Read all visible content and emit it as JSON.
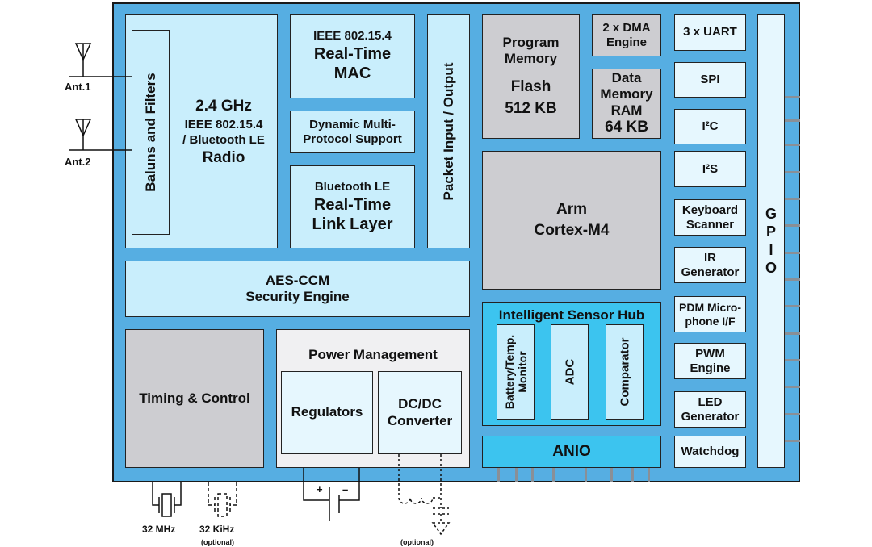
{
  "radio_block": {
    "freq": "2.4 GHz",
    "line2": "IEEE 802.15.4",
    "line3": "/ Bluetooth LE",
    "line4": "Radio"
  },
  "baluns_label": "Baluns and Filters",
  "mac_block": {
    "line1": "IEEE 802.15.4",
    "line2": "Real-Time",
    "line3": "MAC"
  },
  "dynamic_block": {
    "line1": "Dynamic Multi-",
    "line2": "Protocol Support"
  },
  "ble_block": {
    "line1": "Bluetooth LE",
    "line2": "Real-Time",
    "line3": "Link Layer"
  },
  "packet_io_label": "Packet Input / Output",
  "aes_block": {
    "line1": "AES-CCM",
    "line2": "Security Engine"
  },
  "program_memory": {
    "line1": "Program",
    "line2": "Memory",
    "line3": "Flash",
    "line4": "512 KB"
  },
  "dma_block": {
    "line1": "2 x DMA",
    "line2": "Engine"
  },
  "data_memory": {
    "line1": "Data",
    "line2": "Memory",
    "line3": "RAM",
    "line4": "64 KB"
  },
  "cpu_block": {
    "line1": "Arm",
    "line2": "Cortex-M4"
  },
  "peripherals": {
    "uart": "3 x UART",
    "spi": "SPI",
    "i2c": "I²C",
    "i2s": "I²S",
    "keyboard": {
      "line1": "Keyboard",
      "line2": "Scanner"
    },
    "ir": {
      "line1": "IR",
      "line2": "Generator"
    },
    "pdm": {
      "line1": "PDM Micro-",
      "line2": "phone I/F"
    },
    "pwm": {
      "line1": "PWM",
      "line2": "Engine"
    },
    "led": {
      "line1": "LED",
      "line2": "Generator"
    },
    "watchdog": "Watchdog"
  },
  "gpio_letters": [
    "G",
    "P",
    "I",
    "O"
  ],
  "sensor_hub": {
    "title": "Intelligent Sensor Hub",
    "battery": {
      "line1": "Battery/Temp.",
      "line2": "Monitor"
    },
    "adc": "ADC",
    "comparator": "Comparator"
  },
  "anio_label": "ANIO",
  "timing_label": "Timing & Control",
  "power_management": {
    "title": "Power Management",
    "regulators": "Regulators",
    "dcdc": {
      "line1": "DC/DC",
      "line2": "Converter"
    }
  },
  "antennas": {
    "ant1": "Ant.1",
    "ant2": "Ant.2"
  },
  "crystals": {
    "fast": "32 MHz",
    "slow": "32 KiHz",
    "slow_note": "(optional)"
  },
  "battery_symbol": {
    "plus": "+",
    "minus": "–"
  },
  "dcdc_note": "(optional)",
  "colors": {
    "chip": "#56aee2",
    "light_block": "#c9eefc",
    "gray_block": "#cdcdd1",
    "anio": "#3cc4ef",
    "gpio_pin": "#8a8f96"
  }
}
